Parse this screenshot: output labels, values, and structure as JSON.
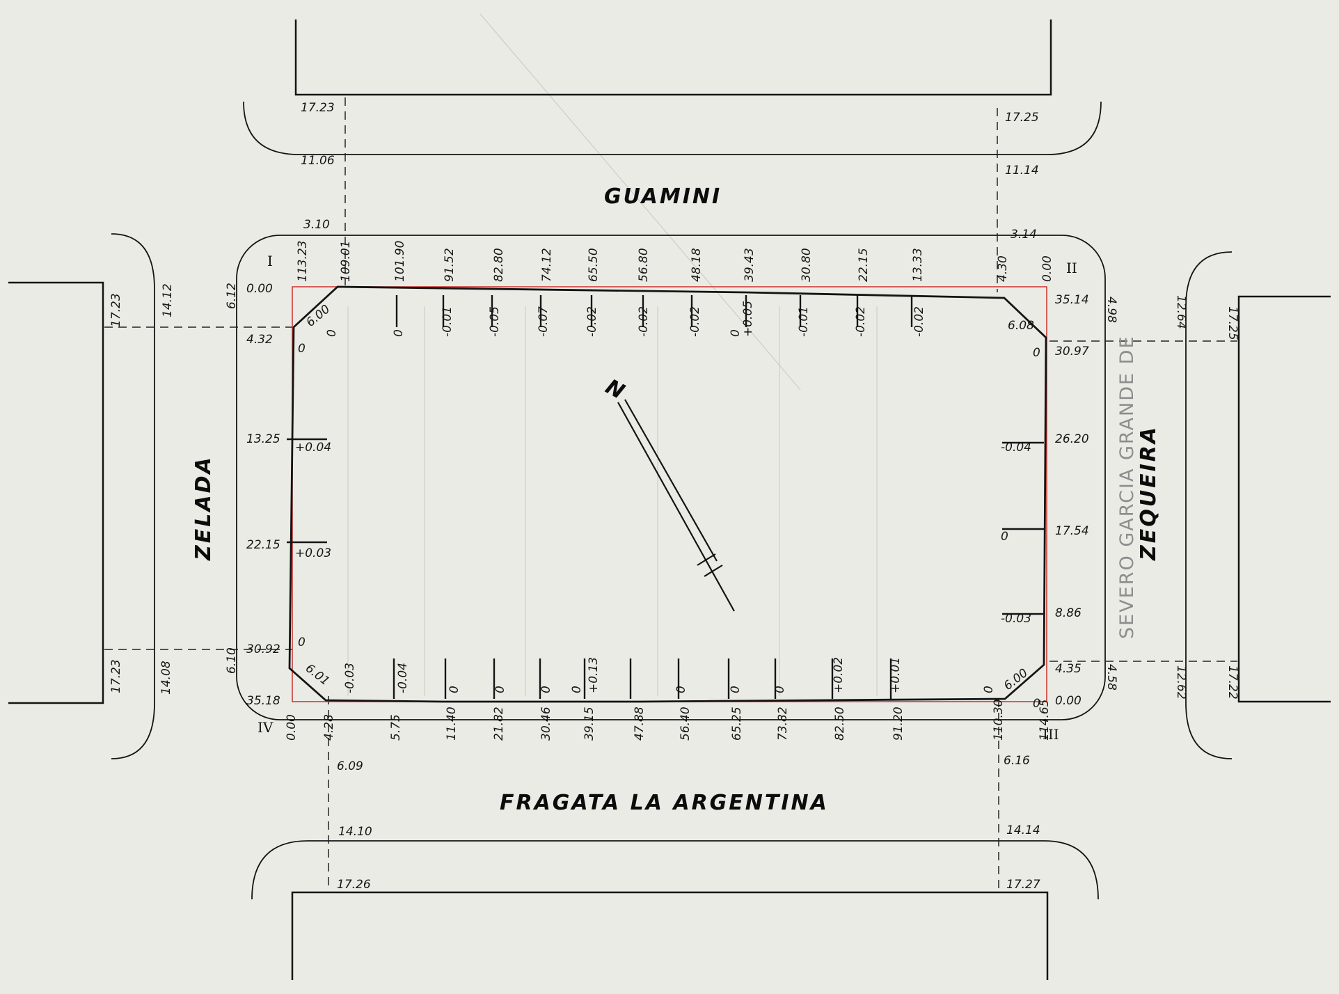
{
  "streets": {
    "north": "GUAMINI",
    "south": "FRAGATA LA ARGENTINA",
    "west": "ZELADA",
    "east": "ZEQUEIRA",
    "east_note": "SEVERO GARCIA GRANDE DE"
  },
  "corners": {
    "c1": "I",
    "c2": "II",
    "c3": "III",
    "c4": "IV"
  },
  "north_arrow": "N",
  "street_dims": {
    "nw_top": "17.23",
    "nw_mid": "11.06",
    "nw_low": "3.10",
    "ne_top": "17.25",
    "ne_mid": "11.14",
    "ne_low": "3.14",
    "sw_top": "6.09",
    "sw_mid": "14.10",
    "sw_low": "17.26",
    "se_top": "6.16",
    "se_mid": "14.14",
    "se_low": "17.27",
    "w_upper_a": "17.23",
    "w_upper_b": "14.12",
    "w_upper_c": "6.12",
    "w_lower_a": "17.23",
    "w_lower_b": "14.08",
    "w_lower_c": "6.10",
    "e_upper_a": "4.98",
    "e_upper_b": "12.64",
    "e_upper_c": "17.25",
    "e_lower_a": "4.58",
    "e_lower_b": "12.62",
    "e_lower_c": "17.22"
  },
  "north_side": {
    "chainage": [
      "113.23",
      "109.01",
      "101.90",
      "91.52",
      "82.80",
      "74.12",
      "65.50",
      "56.80",
      "48.18",
      "39.43",
      "30.80",
      "22.15",
      "13.33",
      "4.30",
      "0.00"
    ],
    "offsets": [
      "0",
      "0",
      "-0.01",
      "-0.05",
      "-0.07",
      "-0.02",
      "-0.02",
      "-0.02",
      "0",
      "+0.05",
      "-0.01",
      "-0.02",
      "-0.02"
    ]
  },
  "south_side": {
    "chainage": [
      "0.00",
      "4.28",
      "5.75",
      "11.40",
      "21.82",
      "30.46",
      "39.15",
      "47.88",
      "56.40",
      "65.25",
      "73.82",
      "82.50",
      "91.20",
      "110.30",
      "114.65"
    ],
    "offsets": [
      "-0.03",
      "-0.04",
      "0",
      "0",
      "0",
      "0",
      "+0.13",
      "0",
      "0",
      "0",
      "+0.02",
      "+0.01",
      "0"
    ]
  },
  "west_side": {
    "chainage": [
      "0.00",
      "4.32",
      "13.25",
      "22.15",
      "30.92",
      "35.18"
    ],
    "offsets": [
      "0",
      "+0.04",
      "+0.03",
      "0"
    ]
  },
  "east_side": {
    "chainage": [
      "35.14",
      "30.97",
      "26.20",
      "17.54",
      "8.86",
      "4.35",
      "0.00"
    ],
    "offsets": [
      "0",
      "-0.04",
      "0",
      "-0.03",
      "0"
    ]
  },
  "chamfers": {
    "nw": "6.00",
    "ne": "6.08",
    "sw": "6.01",
    "se": "6.00"
  }
}
